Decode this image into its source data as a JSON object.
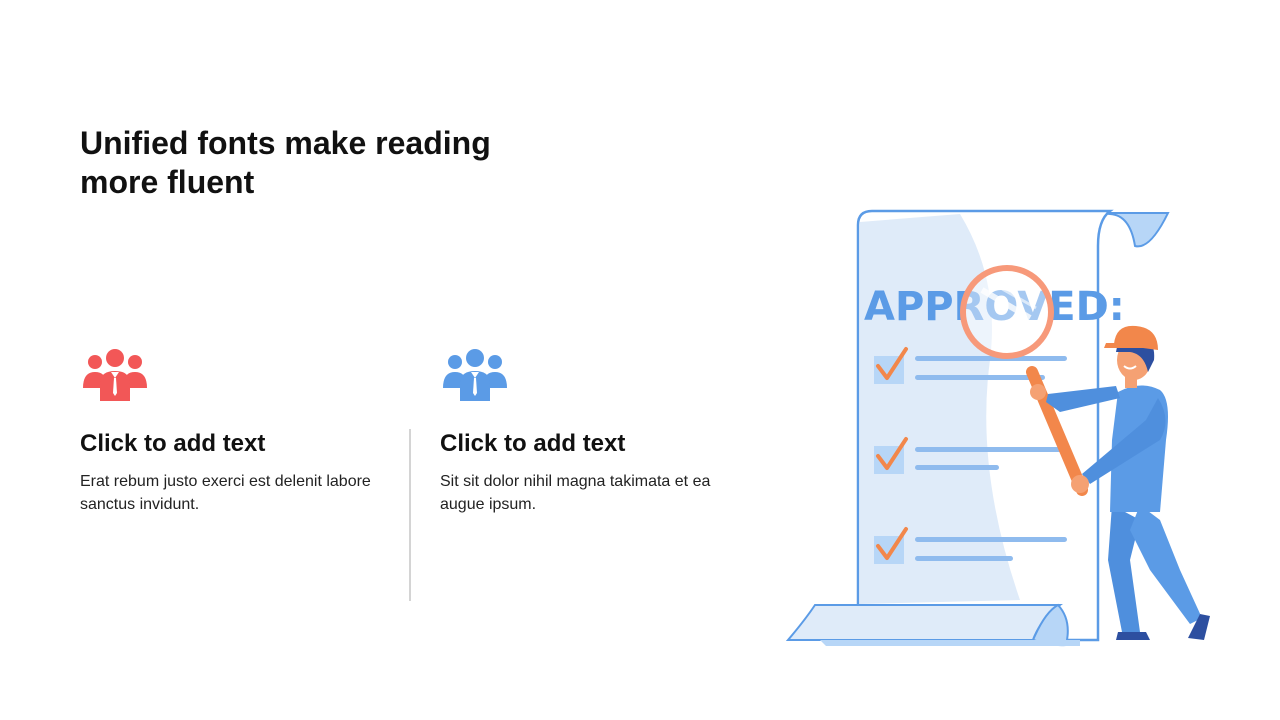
{
  "slide": {
    "title": "Unified fonts make reading more fluent"
  },
  "cards": [
    {
      "icon": "team-icon",
      "color": "#f25757",
      "heading": "Click to add text",
      "body": "Erat rebum justo exerci est delenit labore sanctus invidunt."
    },
    {
      "icon": "team-icon",
      "color": "#5b9be6",
      "heading": "Click to add text",
      "body": "Sit sit dolor nihil magna takimata et ea augue ipsum."
    }
  ],
  "illustration": {
    "document_text": "APPROVED:",
    "accent_blue": "#5b9be6",
    "accent_orange": "#f2874b"
  }
}
